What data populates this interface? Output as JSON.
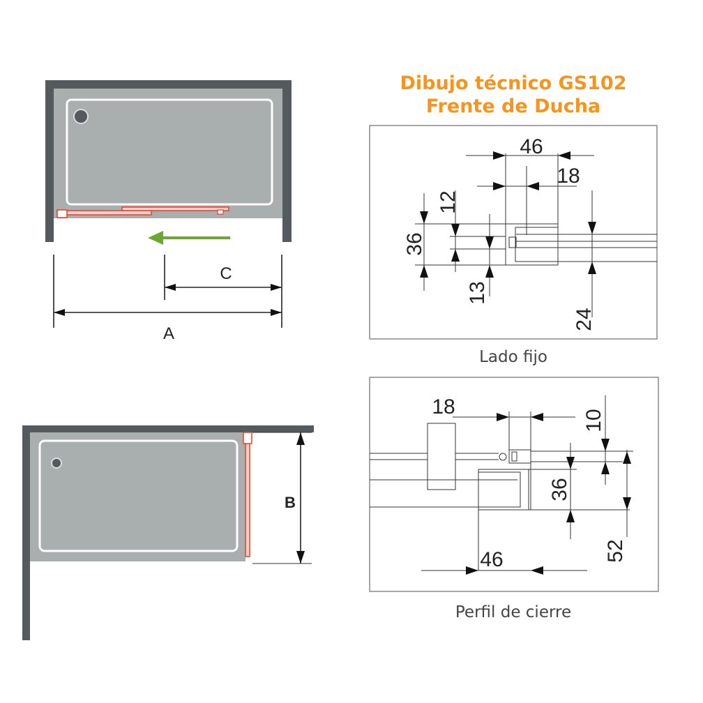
{
  "title": {
    "line1": "Dibujo técnico GS102",
    "line2": "Frente de Ducha"
  },
  "plan_top": {
    "label_a": "A",
    "label_c": "C",
    "arrow_icon": "green-left-arrow"
  },
  "plan_side": {
    "label_b": "B"
  },
  "detail_fixed": {
    "caption": "Lado fijo",
    "dims": {
      "d46": "46",
      "d18": "18",
      "d12": "12",
      "d36": "36",
      "d13": "13",
      "d24": "24"
    }
  },
  "detail_closing": {
    "caption": "Perfil de cierre",
    "dims": {
      "d18": "18",
      "d10": "10",
      "d36": "36",
      "d52": "52",
      "d46": "46"
    }
  },
  "colors": {
    "title": "#f7941d",
    "frame": "#555a5e",
    "tray": "#a9aeae",
    "door": "#e8402a",
    "arrow": "#6aa832"
  }
}
